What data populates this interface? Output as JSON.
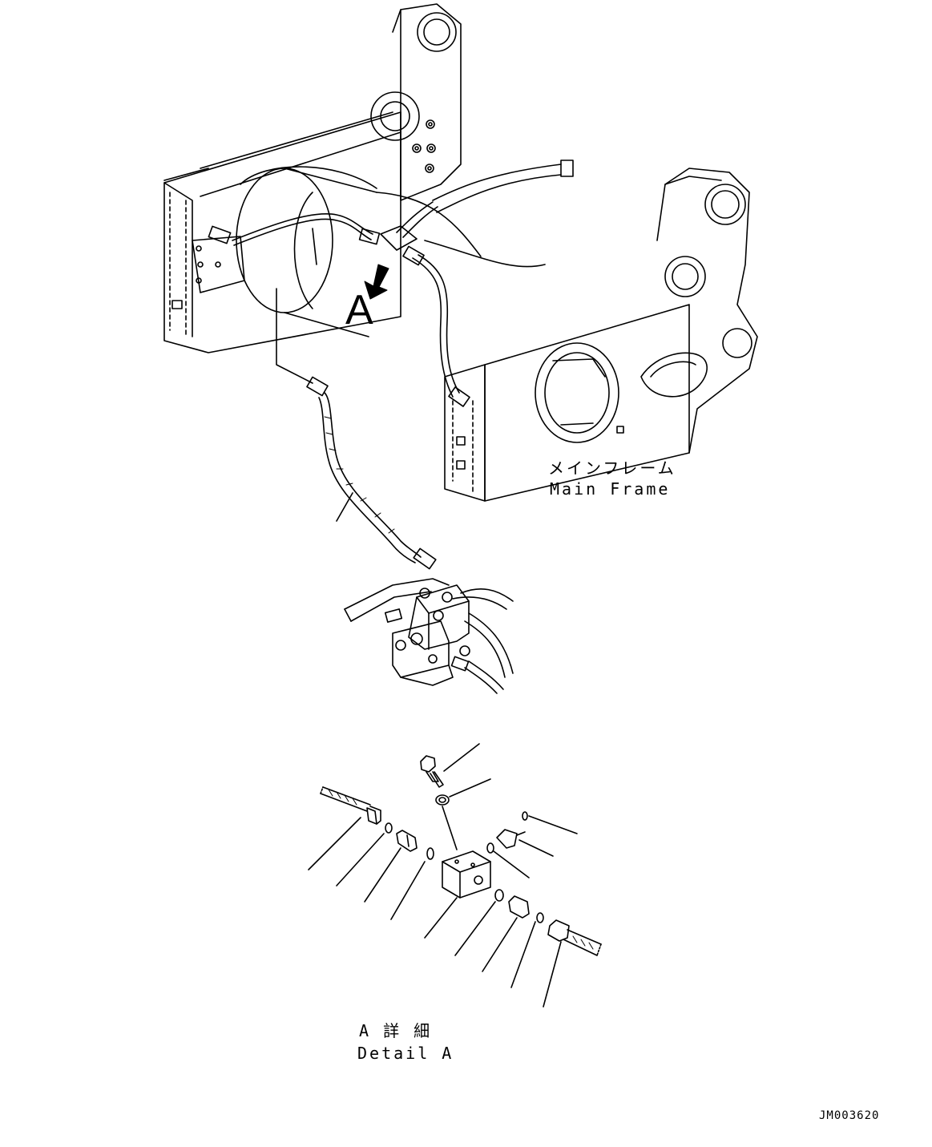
{
  "callout_letter": "A",
  "main_frame": {
    "label_jp": "メインフレーム",
    "label_en": "Main Frame"
  },
  "detail": {
    "label_jp": "A 詳 細",
    "label_en": "Detail A"
  },
  "drawing_code": "JM003620"
}
